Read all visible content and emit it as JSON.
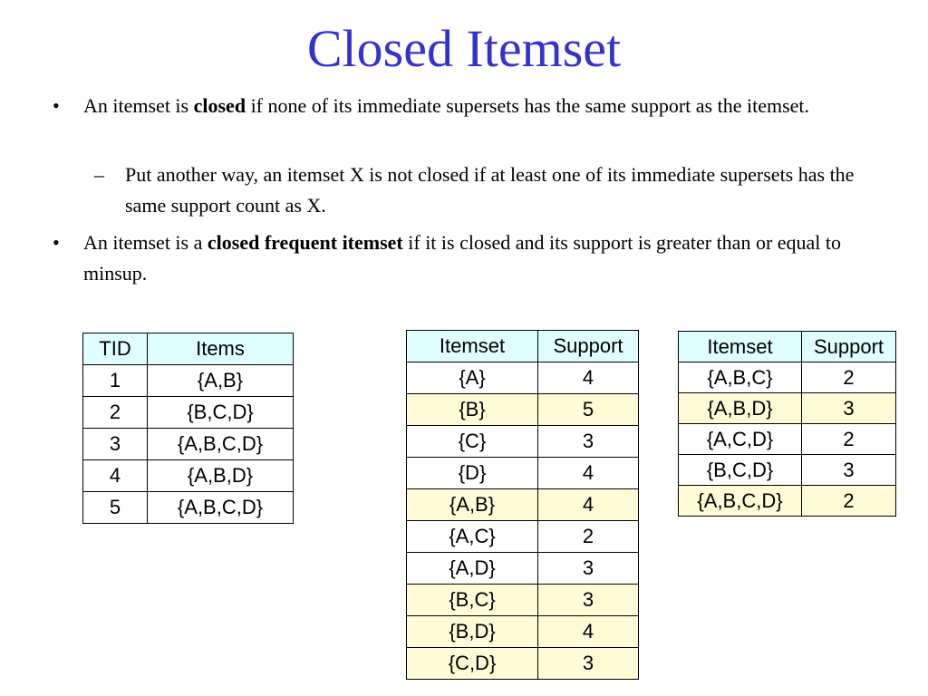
{
  "title": "Closed Itemset",
  "bullets": [
    {
      "marker": "•",
      "pre": "An itemset is ",
      "bold": "closed",
      "post": " if none of its immediate supersets has the same support as the itemset."
    },
    {
      "marker": "–",
      "text": "Put another way, an itemset X is not closed if at least one of its immediate supersets has the same support count as X."
    },
    {
      "marker": "•",
      "pre": "An itemset is a ",
      "bold": "closed frequent itemset",
      "post": " if it is closed and its support is greater than or equal to minsup."
    }
  ],
  "transactions": {
    "headers": [
      "TID",
      "Items"
    ],
    "rows": [
      [
        "1",
        "{A,B}"
      ],
      [
        "2",
        "{B,C,D}"
      ],
      [
        "3",
        "{A,B,C,D}"
      ],
      [
        "4",
        "{A,B,D}"
      ],
      [
        "5",
        "{A,B,C,D}"
      ]
    ]
  },
  "support_table": {
    "headers": [
      "Itemset",
      "Support"
    ],
    "highlight_color": "#fffbd6",
    "rows": [
      {
        "itemset": "{A}",
        "support": "4",
        "highlighted": false
      },
      {
        "itemset": "{B}",
        "support": "5",
        "highlighted": true
      },
      {
        "itemset": "{C}",
        "support": "3",
        "highlighted": false
      },
      {
        "itemset": "{D}",
        "support": "4",
        "highlighted": false
      },
      {
        "itemset": "{A,B}",
        "support": "4",
        "highlighted": true
      },
      {
        "itemset": "{A,C}",
        "support": "2",
        "highlighted": false
      },
      {
        "itemset": "{A,D}",
        "support": "3",
        "highlighted": false
      },
      {
        "itemset": "{B,C}",
        "support": "3",
        "highlighted": true
      },
      {
        "itemset": "{B,D}",
        "support": "4",
        "highlighted": true
      },
      {
        "itemset": "{C,D}",
        "support": "3",
        "highlighted": true
      }
    ]
  },
  "closed_table": {
    "headers": [
      "Itemset",
      "Support"
    ],
    "rows": [
      {
        "itemset": "{A,B,C}",
        "support": "2",
        "highlighted": false
      },
      {
        "itemset": "{A,B,D}",
        "support": "3",
        "highlighted": true
      },
      {
        "itemset": "{A,C,D}",
        "support": "2",
        "highlighted": false
      },
      {
        "itemset": "{B,C,D}",
        "support": "3",
        "highlighted": false
      },
      {
        "itemset": "{A,B,C,D}",
        "support": "2",
        "highlighted": true
      }
    ]
  },
  "colors": {
    "title": "#3333cc",
    "header_fill": "#dffeff",
    "highlight_fill": "#fffbd6"
  }
}
